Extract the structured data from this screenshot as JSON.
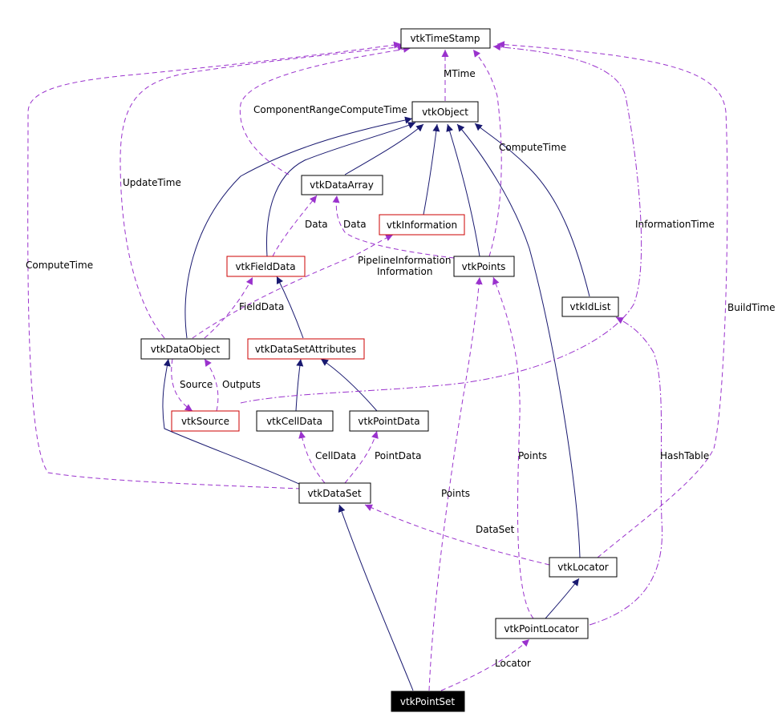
{
  "nodes": {
    "vtkTimeStamp": "vtkTimeStamp",
    "vtkObject": "vtkObject",
    "vtkDataArray": "vtkDataArray",
    "vtkInformation": "vtkInformation",
    "vtkFieldData": "vtkFieldData",
    "vtkPoints": "vtkPoints",
    "vtkIdList": "vtkIdList",
    "vtkDataObject": "vtkDataObject",
    "vtkDataSetAttributes": "vtkDataSetAttributes",
    "vtkSource": "vtkSource",
    "vtkCellData": "vtkCellData",
    "vtkPointData": "vtkPointData",
    "vtkDataSet": "vtkDataSet",
    "vtkLocator": "vtkLocator",
    "vtkPointLocator": "vtkPointLocator",
    "vtkPointSet": "vtkPointSet"
  },
  "edge_labels": {
    "mtime": "MTime",
    "component_range_compute_time": "ComponentRangeComputeTime",
    "compute_time_points": "ComputeTime",
    "update_time": "UpdateTime",
    "information_time": "InformationTime",
    "compute_time_dataset": "ComputeTime",
    "data_fielddata": "Data",
    "data_points": "Data",
    "pipeline_information": "PipelineInformation",
    "information": "Information",
    "field_data": "FieldData",
    "build_time": "BuildTime",
    "source": "Source",
    "outputs": "Outputs",
    "cell_data": "CellData",
    "point_data": "PointData",
    "points_locator": "Points",
    "points_pointset": "Points",
    "hash_table": "HashTable",
    "data_set": "DataSet",
    "locator": "Locator"
  },
  "colors": {
    "inheritance_edge": "#191970",
    "usage_edge": "#9a32cd",
    "class_border_documented": "#000000",
    "class_border_undocumented": "#cc0000",
    "focus_class_fill": "#000000"
  }
}
